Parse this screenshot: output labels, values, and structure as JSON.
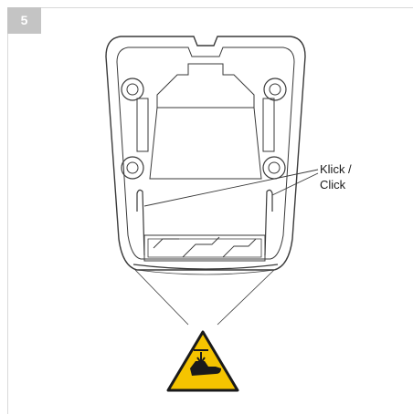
{
  "step": {
    "number": "5"
  },
  "callout": {
    "line1": "Klick /",
    "line2": "Click"
  },
  "warning": {
    "icon": "hand-crush-warning-icon",
    "fill_color": "#f5c400",
    "border_color": "#1a1a1a"
  },
  "colors": {
    "line": "#3a3a3a",
    "frame": "#d9d9d9",
    "badge": "#c4c4c4"
  }
}
